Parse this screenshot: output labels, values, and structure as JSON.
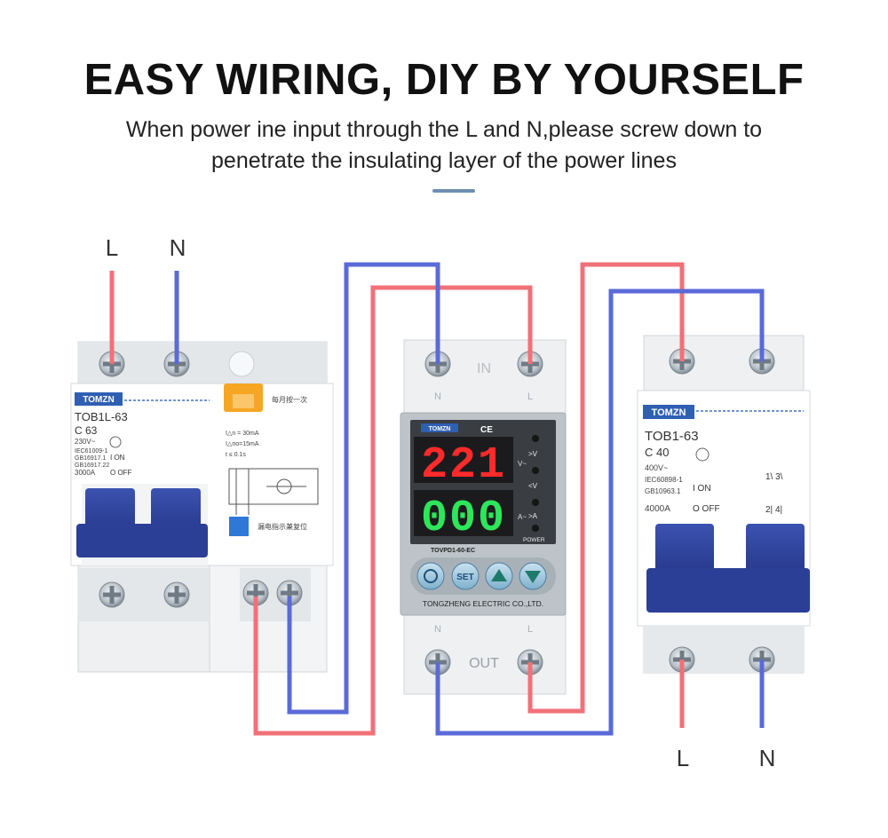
{
  "header": {
    "title": "EASY WIRING, DIY BY YOURSELF",
    "subtitle_line1": "When power ine input through the L and N,please screw down to",
    "subtitle_line2": "penetrate the insulating layer of the power lines"
  },
  "input_labels": {
    "live": "L",
    "neutral": "N"
  },
  "output_labels": {
    "live": "L",
    "neutral": "N"
  },
  "rcbo": {
    "brand": "TOMZN",
    "model": "TOB1L-63",
    "rating": "C 63",
    "specs": [
      "230V~",
      "IEC61009-1",
      "GB16917.1",
      "GB16917.22",
      "3000A"
    ],
    "on_label": "I ON",
    "off_label": "O OFF",
    "leak_specs": [
      "I△n = 30mA",
      "I△no=15mA",
      "t  ≤ 0.1s"
    ],
    "test_hint": "每月按一次",
    "indicator_hint": "漏电指示兼复位"
  },
  "protector": {
    "brand": "TOMZN",
    "ce_mark": "CE",
    "voltage_display": "221",
    "current_display": "000",
    "indicators": [
      ">V",
      "<V",
      ">A",
      "POWER"
    ],
    "model": "TOVPD1-60-EC",
    "buttons": [
      "SET"
    ],
    "maker": "TONGZHENG ELECTRIC CO.,LTD.",
    "in_label": "IN",
    "out_label": "OUT",
    "terminal_n": "N",
    "terminal_l": "L",
    "unit_v": "V~",
    "unit_a": "A~"
  },
  "mcb": {
    "brand": "TOMZN",
    "model": "TOB1-63",
    "rating": "C 40",
    "specs": [
      "400V~",
      "IEC60898-1",
      "GB10963.1",
      "4000A"
    ],
    "on_label": "I ON",
    "off_label": "O OFF",
    "pole_top": "1\\ 3\\",
    "pole_bottom": "2| 4|"
  },
  "colors": {
    "live_wire": "#f07178",
    "neutral_wire": "#5a6ad8",
    "toggle": "#2c3f96",
    "led_red": "#ff2a2a",
    "led_green": "#2ee65a",
    "brand_blue": "#2f5fb3"
  }
}
